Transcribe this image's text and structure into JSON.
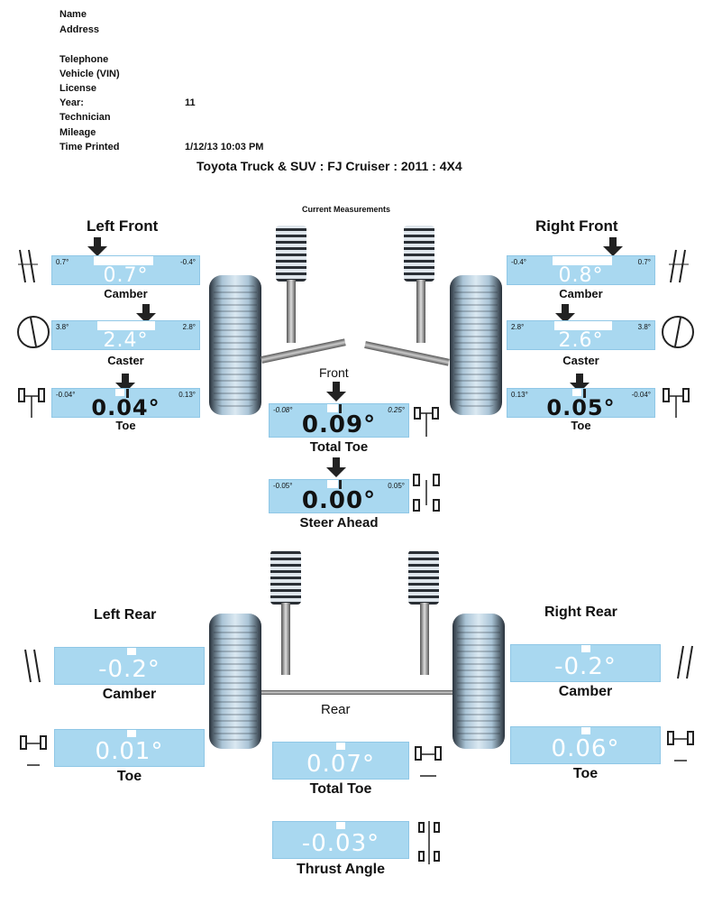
{
  "header": {
    "name_label": "Name",
    "address_label": "Address",
    "telephone_label": "Telephone",
    "vehicle_label": "Vehicle (VIN)",
    "license_label": "License",
    "year_label": "Year:",
    "year_value": "11",
    "technician_label": "Technician",
    "mileage_label": "Mileage",
    "time_label": "Time Printed",
    "time_value": "1/12/13 10:03 PM"
  },
  "vehicle_title": "Toyota Truck & SUV : FJ Cruiser : 2011 : 4X4",
  "current_measurements": "Current Measurements",
  "front": {
    "left_title": "Left Front",
    "right_title": "Right Front",
    "front_label": "Front",
    "left_camber": {
      "value": "0.7°",
      "min": "0.7°",
      "max": "-0.4°",
      "label": "Camber"
    },
    "left_caster": {
      "value": "2.4°",
      "min": "3.8°",
      "max": "2.8°",
      "label": "Caster"
    },
    "left_toe": {
      "value": "0.04°",
      "min": "-0.04°",
      "max": "0.13°",
      "label": "Toe"
    },
    "right_camber": {
      "value": "0.8°",
      "min": "-0.4°",
      "max": "0.7°",
      "label": "Camber"
    },
    "right_caster": {
      "value": "2.6°",
      "min": "2.8°",
      "max": "3.8°",
      "label": "Caster"
    },
    "right_toe": {
      "value": "0.05°",
      "min": "0.13°",
      "max": "-0.04°",
      "label": "Toe"
    },
    "total_toe": {
      "value": "0.09°",
      "min": "-0.08°",
      "max": "0.25°",
      "label": "Total Toe"
    },
    "steer_ahead": {
      "value": "0.00°",
      "min": "-0.05°",
      "max": "0.05°",
      "label": "Steer Ahead"
    }
  },
  "rear": {
    "left_title": "Left Rear",
    "right_title": "Right Rear",
    "rear_label": "Rear",
    "left_camber": {
      "value": "-0.2°",
      "label": "Camber"
    },
    "left_toe": {
      "value": "0.01°",
      "label": "Toe"
    },
    "right_camber": {
      "value": "-0.2°",
      "label": "Camber"
    },
    "right_toe": {
      "value": "0.06°",
      "label": "Toe"
    },
    "total_toe": {
      "value": "0.07°",
      "label": "Total Toe"
    },
    "thrust_angle": {
      "value": "-0.03°",
      "label": "Thrust Angle"
    }
  },
  "colors": {
    "gauge": "#a9d8f0",
    "ink": "#111111"
  }
}
